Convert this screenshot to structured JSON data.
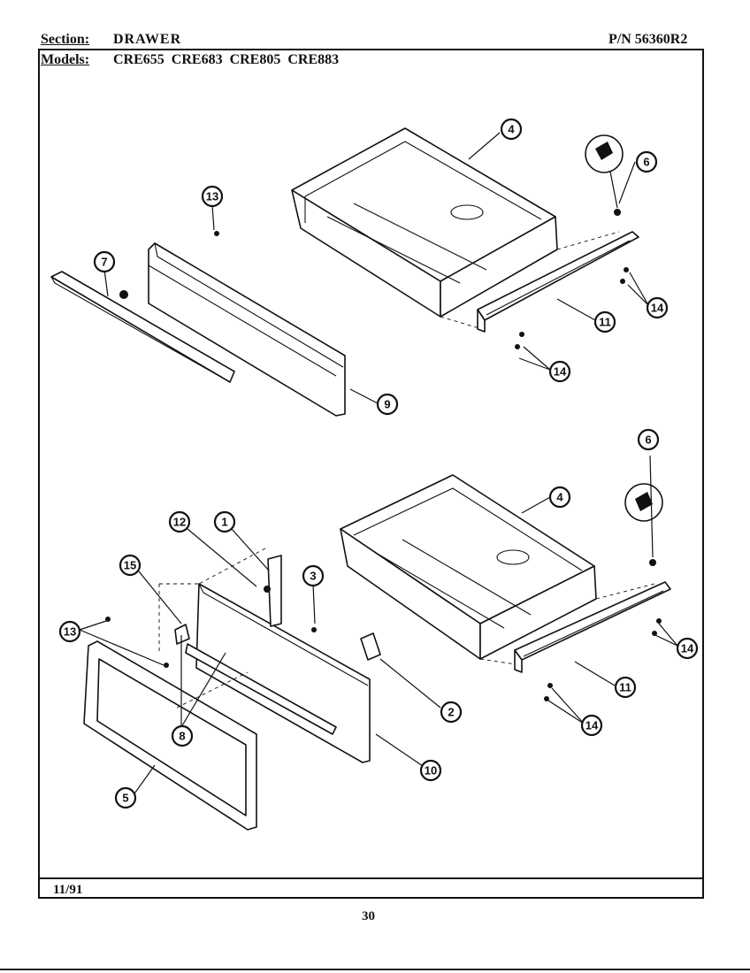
{
  "header": {
    "section_label": "Section:",
    "section_value": "DRAWER",
    "part_number": "P/N 56360R2",
    "models_label": "Models:",
    "models_value": "CRE655  CRE683  CRE805  CRE883"
  },
  "footer": {
    "date": "11/91",
    "page_number": "30"
  },
  "callouts": {
    "top": [
      "4",
      "6",
      "13",
      "7",
      "14",
      "11",
      "14",
      "9"
    ],
    "bottom": [
      "6",
      "4",
      "12",
      "1",
      "15",
      "3",
      "13",
      "14",
      "11",
      "2",
      "14",
      "8",
      "10",
      "5"
    ]
  }
}
